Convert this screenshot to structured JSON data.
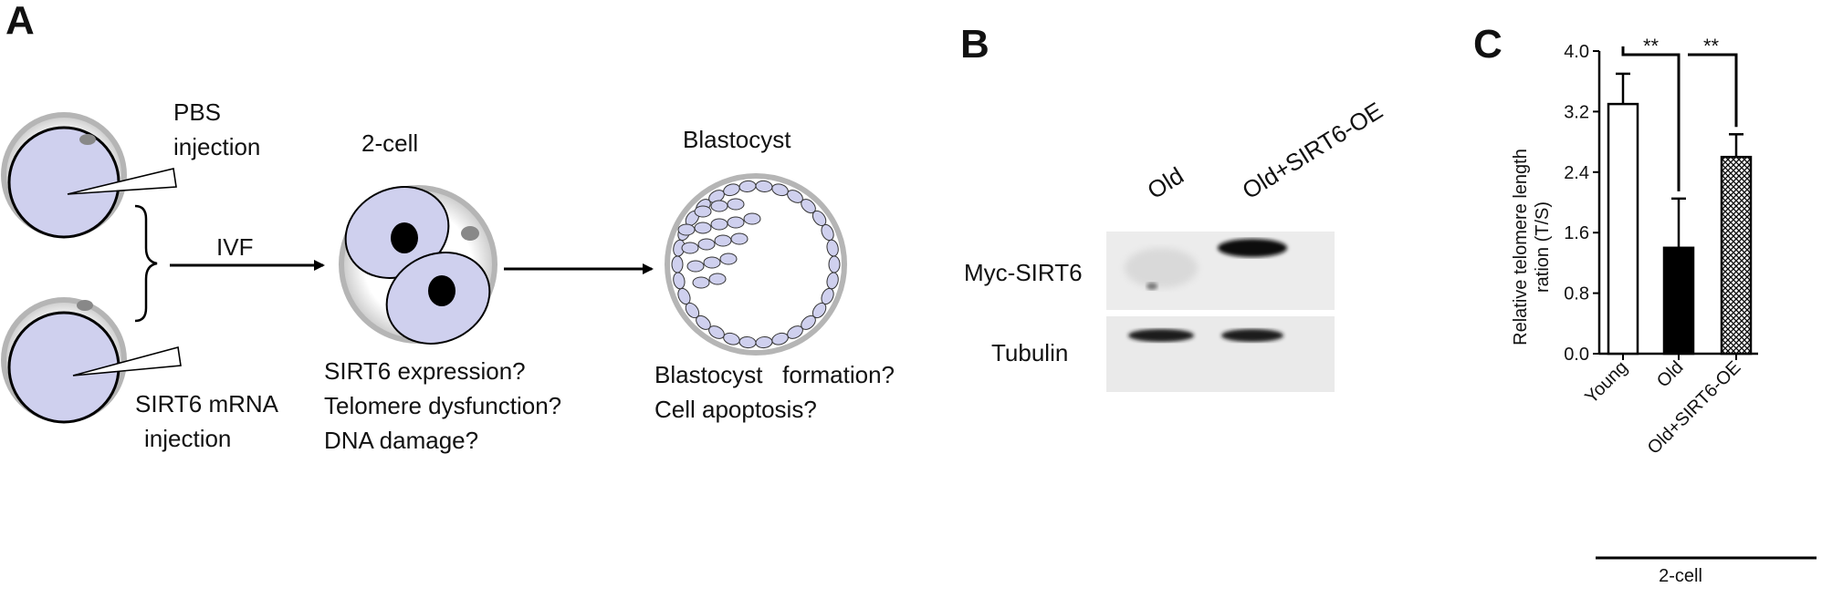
{
  "panel_a": {
    "letter": "A",
    "pbs_line1": "PBS",
    "pbs_line2": "injection",
    "sirt6_line1": "SIRT6 mRNA",
    "sirt6_line2": "injection",
    "ivf": "IVF",
    "two_cell": "2-cell",
    "blastocyst": "Blastocyst",
    "q1": "SIRT6 expression?",
    "q2": "Telomere dysfunction?",
    "q3": "DNA damage?",
    "q4": "Blastocyst   formation?",
    "q5": "Cell apoptosis?",
    "colors": {
      "cell_fill": "#cfd0ee",
      "zona_outer": "#b3b3b3",
      "zona_inner": "#e8e8e8"
    }
  },
  "panel_b": {
    "letter": "B",
    "lane1": "Old",
    "lane2": "Old+SIRT6-OE",
    "row1": "Myc-SIRT6",
    "row2": "Tubulin"
  },
  "panel_c": {
    "letter": "C",
    "group_label": "2-cell",
    "sig1": "**",
    "sig2": "**"
  },
  "chart_data": {
    "type": "bar",
    "categories": [
      "Young",
      "Old",
      "Old+SIRT6-OE"
    ],
    "values": [
      3.3,
      1.4,
      2.6
    ],
    "errors": [
      0.4,
      0.65,
      0.3
    ],
    "bar_fills": [
      "white",
      "black",
      "crosshatch"
    ],
    "ylabel_line1": "Relative telomere length",
    "ylabel_line2": "ration (T/S)",
    "yticks": [
      "0.0",
      "0.8",
      "1.6",
      "2.4",
      "3.2",
      "4.0"
    ],
    "ylim": [
      0,
      4.0
    ],
    "grid": false
  }
}
